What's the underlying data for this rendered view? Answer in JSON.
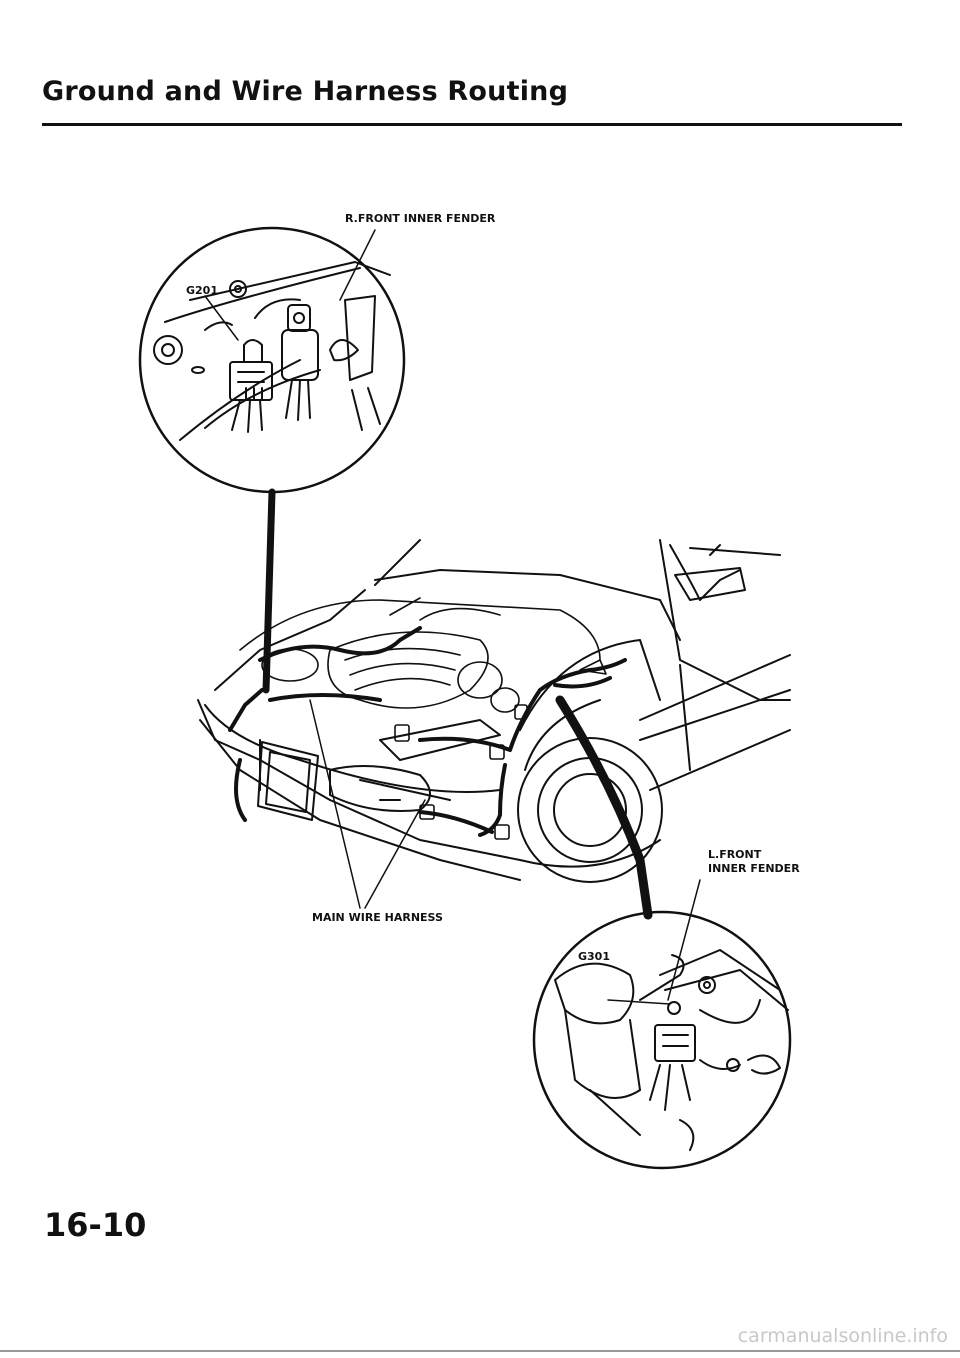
{
  "page": {
    "title": "Ground and Wire Harness Routing",
    "page_number": "16-10",
    "watermark": "carmanualsonline.info"
  },
  "figure": {
    "labels": {
      "r_front_inner_fender": "R.FRONT INNER FENDER",
      "g201": "G201",
      "main_wire_harness": "MAIN WIRE HARNESS",
      "l_front": "L.FRONT",
      "inner_fender": "INNER FENDER",
      "g301": "G301"
    }
  }
}
